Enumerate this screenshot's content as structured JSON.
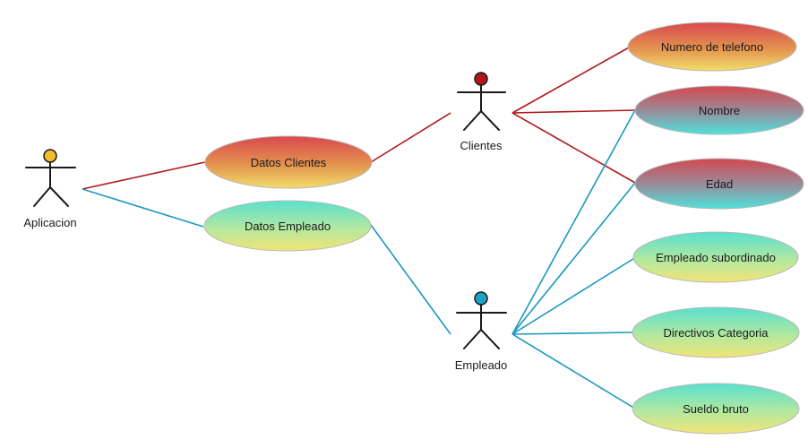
{
  "colors": {
    "red_line": "#b0181b",
    "cyan_line": "#1b98bd",
    "actor_aplicacion_head": "#f2bd2a",
    "actor_clientes_head": "#b3151c",
    "actor_empleado_head": "#1ea3c8"
  },
  "actors": {
    "aplicacion": {
      "label": "Aplicacion"
    },
    "clientes": {
      "label": "Clientes"
    },
    "empleado": {
      "label": "Empleado"
    }
  },
  "use_cases": {
    "datos_clientes": {
      "label": "Datos Clientes",
      "fill": "red-yellow"
    },
    "datos_empleado": {
      "label": "Datos Empleado",
      "fill": "green-yellow"
    },
    "numero_telefono": {
      "label": "Numero de telefono",
      "fill": "red-yellow"
    },
    "nombre": {
      "label": "Nombre",
      "fill": "red-cyan"
    },
    "edad": {
      "label": "Edad",
      "fill": "red-cyan"
    },
    "empleado_subordinado": {
      "label": "Empleado subordinado",
      "fill": "green-yellow"
    },
    "directivos_categoria": {
      "label": "Directivos Categoria",
      "fill": "green-yellow"
    },
    "sueldo_bruto": {
      "label": "Sueldo bruto",
      "fill": "green-yellow"
    }
  }
}
